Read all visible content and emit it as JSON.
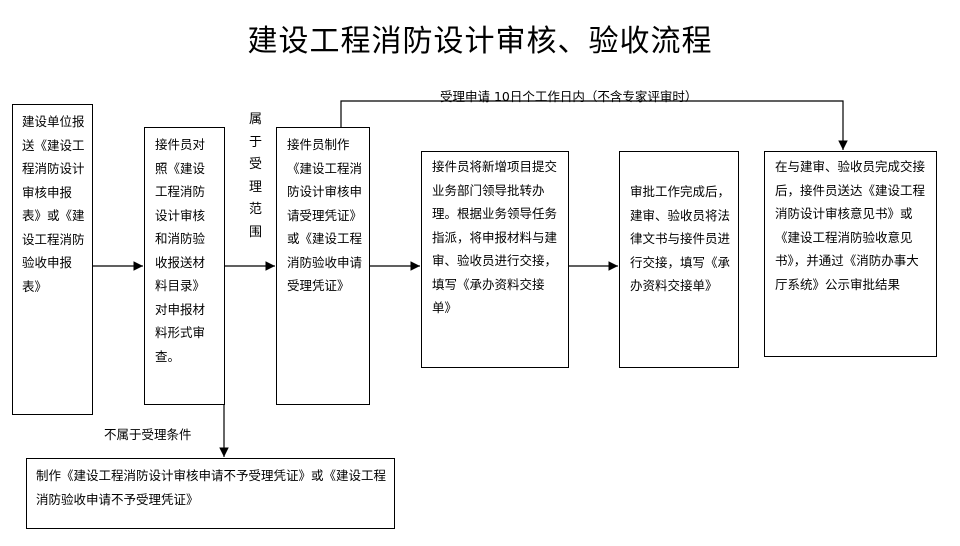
{
  "title": "建设工程消防设计审核、验收流程",
  "boxes": {
    "applicant": "建设单位报送《建设工程消防设计审核申报表》或《建设工程消防验收申报表》",
    "check": "接件员对照《建设工程消防设计审核和消防验收报送材料目录》对申报材料形式审查。",
    "voucher": "接件员制作《建设工程消防设计审核申请受理凭证》或《建设工程消防验收申请受理凭证》",
    "new_project": "接件员将新增项目提交业务部门领导批转办理。根据业务领导任务指派，将申报材料与建审、验收员进行交接，填写《承办资料交接单》",
    "approval": "审批工作完成后，建审、验收员将法律文书与接件员进行交接，填写《承办资料交接单》",
    "deliver": "在与建审、验收员完成交接后，接件员送达《建设工程消防设计审核意见书》或《建设工程消防验收意见书》，并通过《消防办事大厅系统》公示审批结果",
    "reject": "制作《建设工程消防设计审核申请不予受理凭证》或《建设工程消防验收申请不予受理凭证》"
  },
  "labels": {
    "in_scope": "属于受理范围",
    "not_accepted": "不属于受理条件",
    "deadline": "受理申请 10日个工作日内（不含专家评审时）"
  },
  "colors": {
    "line": "#000000",
    "background": "#ffffff"
  }
}
